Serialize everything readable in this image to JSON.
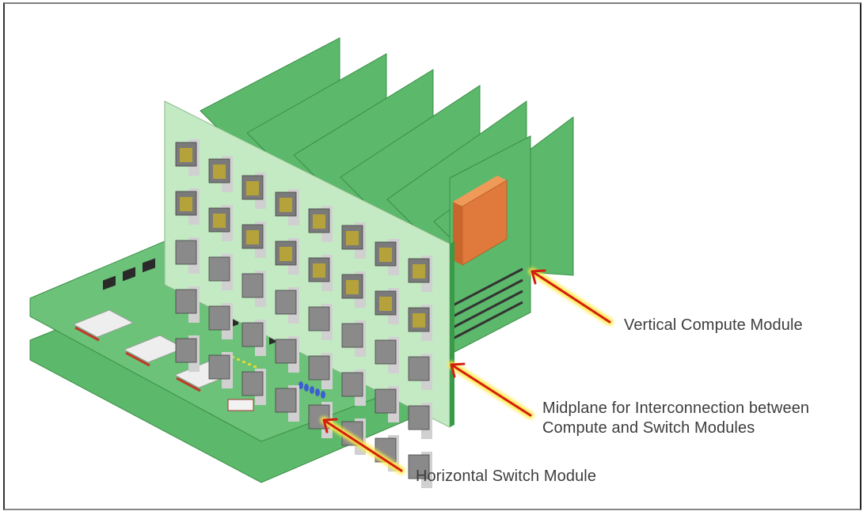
{
  "figure": {
    "type": "isometric hardware illustration",
    "subject": "Modular server chassis with midplane connecting vertical compute modules and horizontal switch modules"
  },
  "colors": {
    "board_green": "#5cb86a",
    "board_green_light": "#bfe6bf",
    "board_green_dark": "#3a8f47",
    "heatsink_orange": "#e07a3c",
    "connector_gray": "#7a7a7a",
    "arrow_red": "#d21f0e",
    "arrow_glow": "#ffe94a",
    "label_text": "#3d3d3d"
  },
  "annotations": [
    {
      "id": "vertical-compute-module",
      "text": "Vertical Compute Module",
      "arrow": "arrow-red-icon"
    },
    {
      "id": "midplane",
      "lines": [
        "Midplane for Interconnection between",
        "Compute and Switch Modules"
      ],
      "arrow": "arrow-red-icon"
    },
    {
      "id": "horizontal-switch-module",
      "text": "Horizontal Switch Module",
      "arrow": "arrow-red-icon"
    }
  ],
  "components": {
    "vertical_compute_boards": 7,
    "horizontal_switch_boards": 2,
    "midplane_connector_columns": 8,
    "sfp_cages": 3,
    "heatsink": "orange heatsink on vertical compute module",
    "dimm_slots": 4
  }
}
